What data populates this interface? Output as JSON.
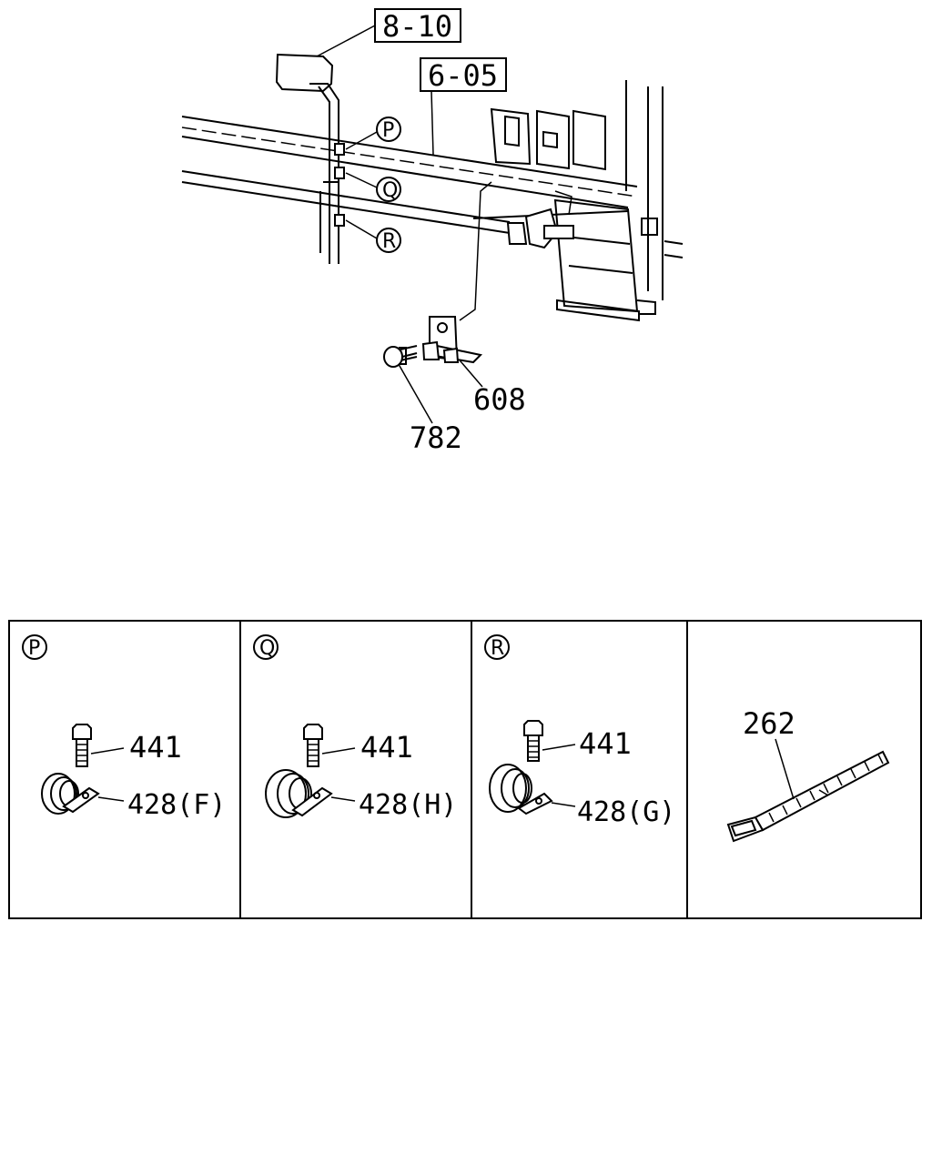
{
  "references": {
    "ref_8_10": "8-10",
    "ref_6_05": "6-05"
  },
  "callouts": {
    "P": "P",
    "Q": "Q",
    "R": "R"
  },
  "parts": {
    "bracket": "608",
    "bolt": "782"
  },
  "detail_panels": [
    {
      "marker": "P",
      "bolt": "441",
      "clip": "428(F)"
    },
    {
      "marker": "Q",
      "bolt": "441",
      "clip": "428(H)"
    },
    {
      "marker": "R",
      "bolt": "441",
      "clip": "428(G)"
    },
    {
      "tie": "262"
    }
  ]
}
